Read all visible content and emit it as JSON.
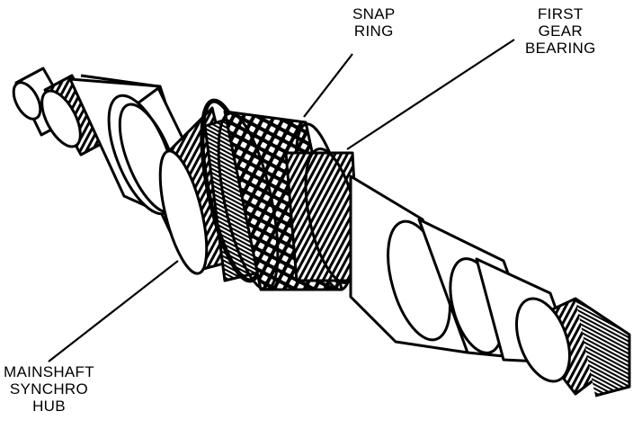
{
  "labels": {
    "snap_ring": [
      "SNAP",
      "RING"
    ],
    "first_gear_bearing": [
      "FIRST",
      "GEAR",
      "BEARING"
    ],
    "mainshaft_synchro_hub": [
      "MAINSHAFT",
      "SYNCHRO",
      "HUB"
    ]
  },
  "colors": {
    "ink": "#000000",
    "paper": "#ffffff"
  }
}
